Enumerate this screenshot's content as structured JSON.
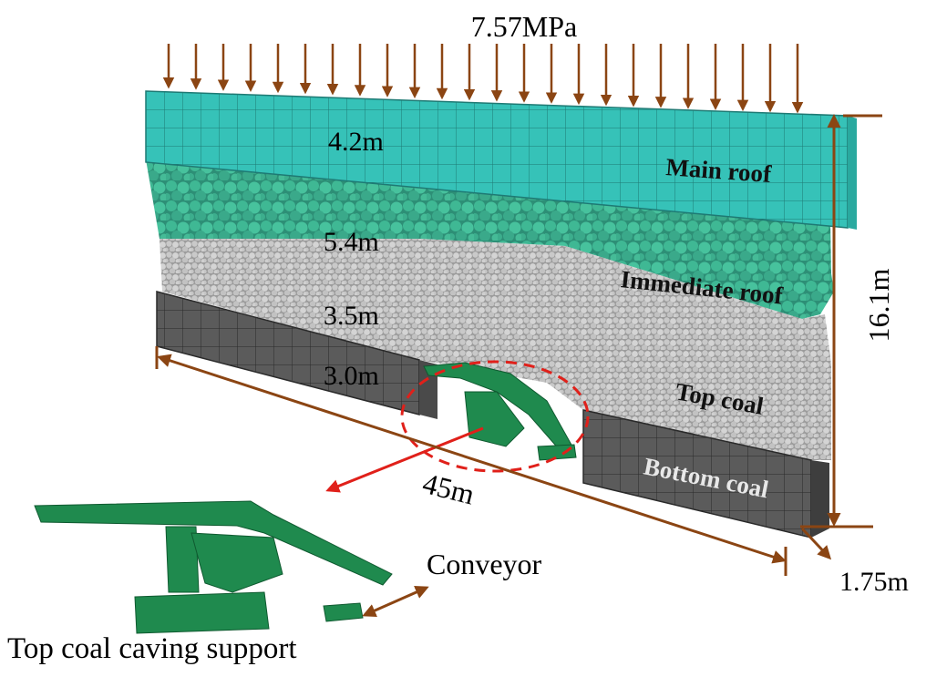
{
  "load": {
    "text": "7.57MPa",
    "arrow_count": 24
  },
  "thickness": {
    "main_roof": "4.2m",
    "immediate_roof": "5.4m",
    "top_coal": "3.5m",
    "bottom_coal": "3.0m"
  },
  "layers": {
    "main_roof": "Main roof",
    "immediate_roof": "Immediate roof",
    "top_coal": "Top coal",
    "bottom_coal": "Bottom coal"
  },
  "dimensions": {
    "height": "16.1m",
    "length": "45m",
    "width": "1.75m"
  },
  "callouts": {
    "conveyor": "Conveyor",
    "support": "Top coal caving support"
  },
  "colors": {
    "main_roof": "#36c2b8",
    "main_roof_grid": "#1f7f78",
    "immediate_roof": "#3aa58a",
    "top_coal": "#b9b9b9",
    "bottom_coal": "#5e5e5e",
    "support": "#1f8a4e",
    "arrow_brown": "#8b4513",
    "arrow_red": "#e0201a"
  }
}
